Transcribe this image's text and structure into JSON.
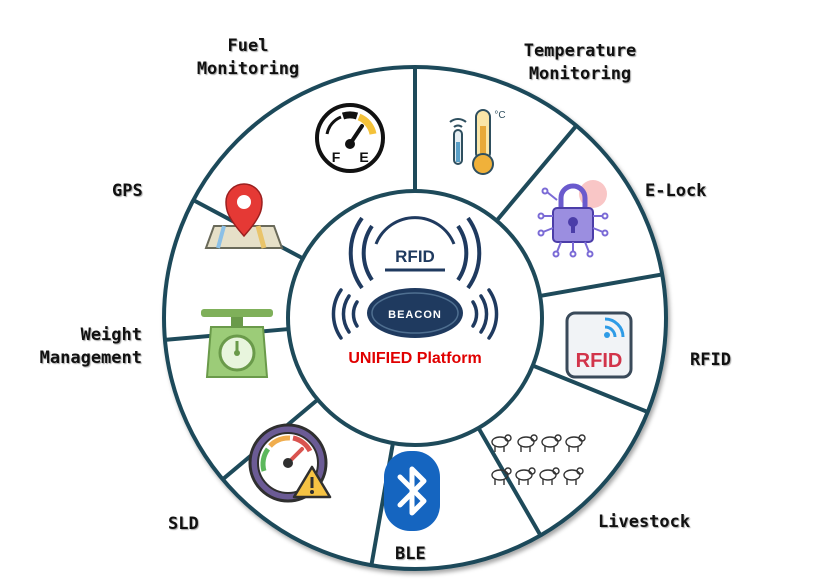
{
  "diagram": {
    "center": {
      "rfid_text": "RFID",
      "beacon_text": "BEACON",
      "title": "UNIFIED Platform"
    },
    "segments": [
      {
        "label": "Fuel\nMonitoring",
        "icon": "fuel-gauge-icon"
      },
      {
        "label": "Temperature\nMonitoring",
        "icon": "thermometer-icon"
      },
      {
        "label": "E-Lock",
        "icon": "circuit-lock-icon"
      },
      {
        "label": "RFID",
        "icon": "rfid-tag-icon"
      },
      {
        "label": "Livestock",
        "icon": "livestock-animals-icon"
      },
      {
        "label": "BLE",
        "icon": "bluetooth-icon"
      },
      {
        "label": "SLD",
        "icon": "speed-limit-warning-icon"
      },
      {
        "label": "Weight\nManagement",
        "icon": "weighing-scale-icon"
      },
      {
        "label": "GPS",
        "icon": "map-pin-icon"
      }
    ],
    "icon_texts": {
      "fuel_f": "F",
      "fuel_e": "E",
      "rfid_tag": "RFID",
      "thermo_unit": "°C"
    },
    "colors": {
      "ring_stroke": "#1e4a5a",
      "center_navy": "#1f3a5f",
      "title_red": "#e00000",
      "rfid_red": "#d2344a",
      "bluetooth_blue": "#1565c0",
      "pin_red": "#e53935",
      "scale_green": "#8fbf6a"
    }
  }
}
